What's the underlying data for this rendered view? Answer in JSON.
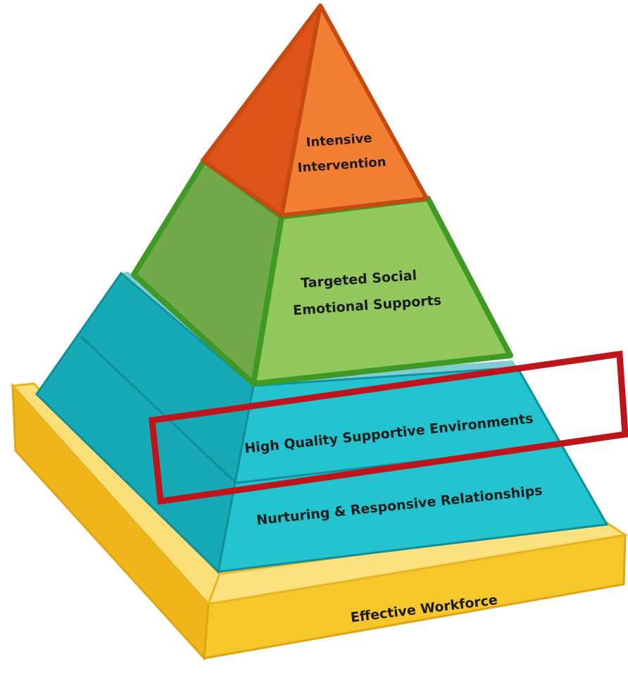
{
  "diagram": {
    "tiers": {
      "intensive": {
        "line1": "Intensive",
        "line2": "Intervention",
        "color": "#f07a35"
      },
      "targeted": {
        "line1": "Targeted Social",
        "line2": "Emotional Supports",
        "color": "#8cc05a"
      },
      "environments": {
        "label": "High Quality Supportive Environments",
        "color": "#23bfcc"
      },
      "relationships": {
        "label": "Nurturing & Responsive Relationships",
        "color": "#23bfcc"
      },
      "workforce": {
        "label": "Effective Workforce",
        "color": "#f9d64a"
      }
    },
    "highlight": {
      "target": "High Quality Supportive Environments",
      "color": "#c0141b"
    }
  }
}
